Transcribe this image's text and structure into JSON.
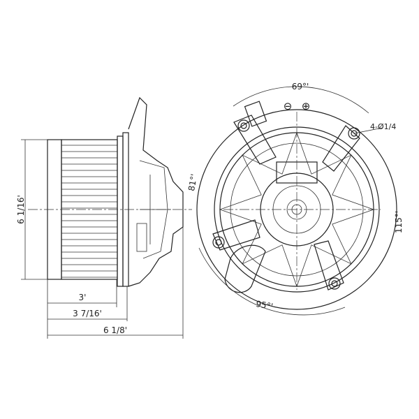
{
  "side_view": {
    "height_label": "6 1/16'",
    "fan_width_label": "3'",
    "housing_width_label": "3 7/16'",
    "overall_width_label": "6 1/8'"
  },
  "front_view": {
    "top_angle_label": "69°'",
    "left_angle_label": "81°'",
    "right_angle_label": "115°'",
    "bottom_angle_label": "95°'",
    "hole_label": "4-Ø1/4",
    "minus_terminal": "⊖",
    "plus_terminal": "⊕"
  }
}
